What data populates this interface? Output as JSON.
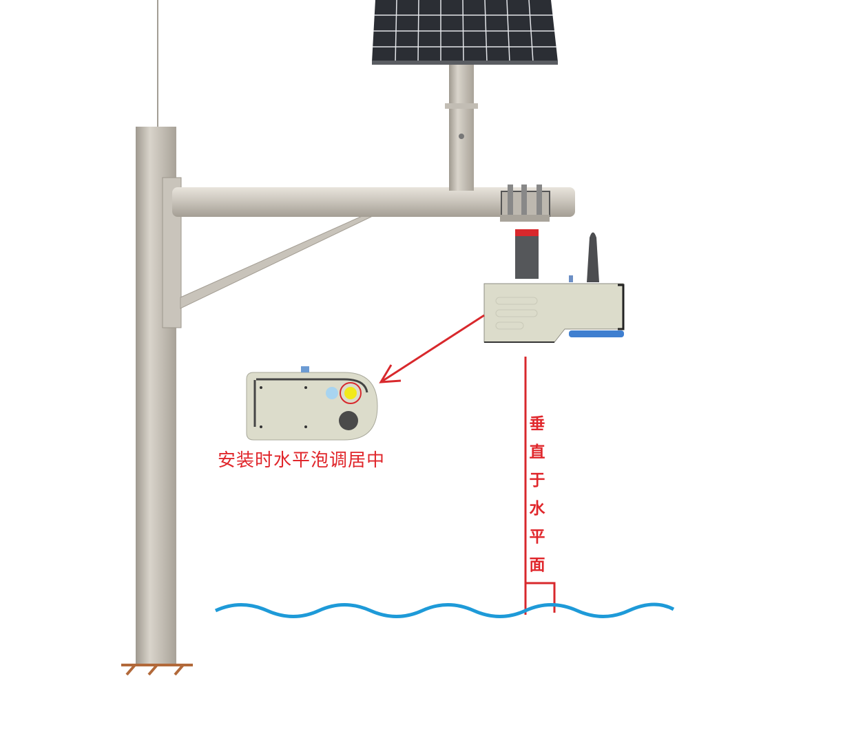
{
  "annotations": {
    "level_bubble_note": "安装时水平泡调居中",
    "vertical_note_chars": [
      "垂",
      "直",
      "于",
      "水",
      "平",
      "面"
    ]
  },
  "colors": {
    "annotation_red": "#e0262b",
    "water_blue": "#1e9ad8",
    "pole_gray": "#bdb7ad",
    "sensor_beige": "#dcdccb",
    "bubble_yellow": "#f2ea1a",
    "ground_brown": "#b2693a"
  }
}
